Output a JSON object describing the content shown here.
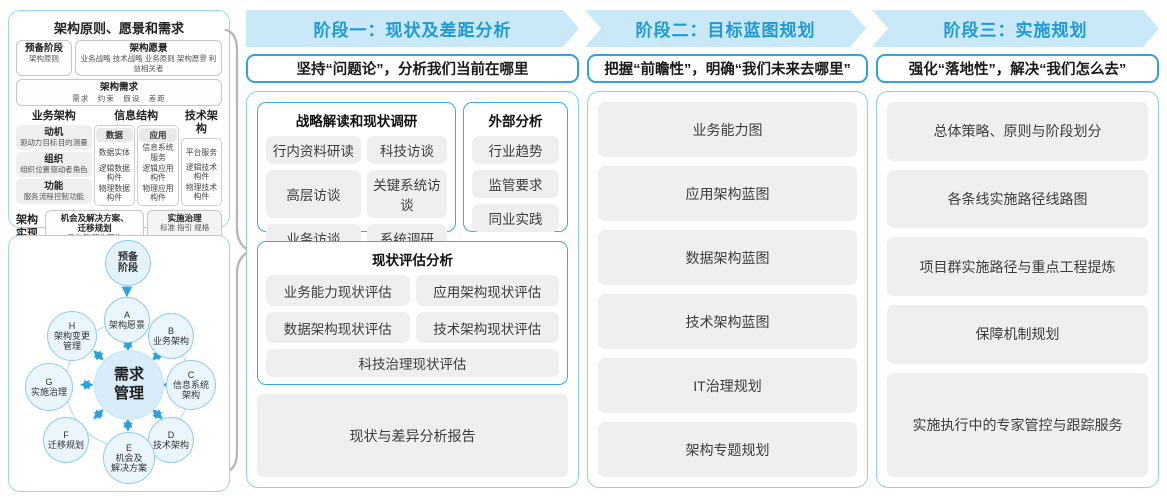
{
  "colors": {
    "accent_blue": "#1f9ad6",
    "band_blue": "#c9e8f8",
    "panel_border": "#8fd0f0",
    "bluebox_border": "#3fa9de",
    "chip_bg": "#efefef",
    "brace_gray": "#b8b8b8",
    "arrow_blue": "#2aa2dc"
  },
  "left_top_panel": {
    "title": "架构原则、愿景和需求",
    "prep_box": {
      "title": "预备阶段",
      "subtitle": "架构原则"
    },
    "vision_box": {
      "title": "架构愿景",
      "subtitle": "业务战略 技术战略 业务原则 架构愿景 利益相关者"
    },
    "requirement_box": {
      "title": "架构需求",
      "subtitle": "需求　约束　假设　差距"
    },
    "business_col": {
      "title": "业务架构",
      "boxes": [
        {
          "title": "动机",
          "subtitle": "驱动力 目标 目的 测量"
        },
        {
          "title": "组织",
          "subtitle": "组织 位置 驱动者 角色"
        },
        {
          "title": "功能",
          "subtitle": "服务 流程 控制 功能"
        }
      ]
    },
    "info_col": {
      "title": "信息结构",
      "subcols": [
        {
          "title": "数据",
          "items": [
            "数据实体",
            "逻辑数据构件",
            "物理数据构件"
          ]
        },
        {
          "title": "应用",
          "items": [
            "信息系统服务",
            "逻辑应用构件",
            "物理应用构件"
          ]
        }
      ]
    },
    "tech_col": {
      "title": "技术架构",
      "items": [
        "平台服务",
        "逻辑技术构件",
        "物理技术构件"
      ]
    },
    "impl_row": {
      "label": "架构\n实现",
      "box1": {
        "title": "机会及解决方案、\n迁移规划",
        "subtitle": "工作包 架构契约"
      },
      "box2": {
        "title": "实施治理",
        "subtitle": "标准 指引 规格"
      }
    }
  },
  "adm": {
    "prep": "预备\n阶段",
    "center": "需求\n管理",
    "nodes": [
      {
        "letter": "A",
        "label": "架构愿景"
      },
      {
        "letter": "B",
        "label": "业务架构"
      },
      {
        "letter": "C",
        "label": "信息系统\n架构"
      },
      {
        "letter": "D",
        "label": "技术架构"
      },
      {
        "letter": "E",
        "label": "机会及\n解决方案"
      },
      {
        "letter": "F",
        "label": "迁移规划"
      },
      {
        "letter": "G",
        "label": "实施治理"
      },
      {
        "letter": "H",
        "label": "架构变更\n管理"
      }
    ]
  },
  "phases": [
    {
      "title": "阶段一：现状及差距分析",
      "subtitle": "坚持“问题论”，分析我们当前在哪里",
      "content": {
        "survey": {
          "title": "战略解读和现状调研",
          "items": [
            "行内资料研读",
            "科技访谈",
            "高层访谈",
            "关键系统访谈",
            "业务访谈",
            "系统调研"
          ]
        },
        "external": {
          "title": "外部分析",
          "items": [
            "行业趋势",
            "监管要求",
            "同业实践"
          ]
        },
        "assessment": {
          "title": "现状评估分析",
          "items": [
            "业务能力现状评估",
            "应用架构现状评估",
            "数据架构现状评估",
            "技术架构现状评估"
          ],
          "full": "科技治理现状评估"
        },
        "report": "现状与差异分析报告"
      }
    },
    {
      "title": "阶段二：目标蓝图规划",
      "subtitle": "把握“前瞻性”，明确“我们未来去哪里”",
      "content": {
        "items": [
          "业务能力图",
          "应用架构蓝图",
          "数据架构蓝图",
          "技术架构蓝图",
          "IT治理规划",
          "架构专题规划"
        ]
      }
    },
    {
      "title": "阶段三：实施规划",
      "subtitle": "强化“落地性”，解决“我们怎么去”",
      "content": {
        "items": [
          "总体策略、原则与阶段划分",
          "各条线实施路径线路图",
          "项目群实施路径与重点工程提炼",
          "保障机制规划",
          "实施执行中的专家管控与跟踪服务"
        ]
      }
    }
  ]
}
